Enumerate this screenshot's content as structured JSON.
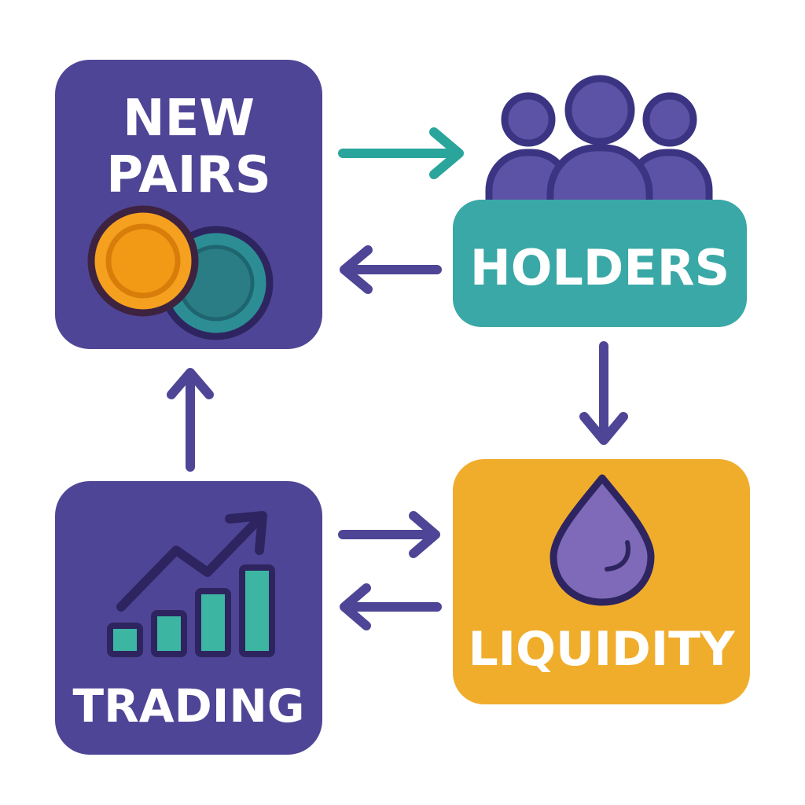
{
  "nodes": {
    "new_pairs": {
      "line1": "NEW",
      "line2": "PAIRS",
      "icon": "coins-icon",
      "color": "#4f4596"
    },
    "holders": {
      "label": "HOLDERS",
      "icon": "people-icon",
      "color": "#3aa8a6"
    },
    "trading": {
      "label": "TRADING",
      "icon": "growth-chart-icon",
      "color": "#4f4596"
    },
    "liquidity": {
      "label": "LIQUIDITY",
      "icon": "droplet-icon",
      "color": "#f0ad2c"
    }
  },
  "edges": [
    {
      "from": "new_pairs",
      "to": "holders",
      "color": "#2aa59b"
    },
    {
      "from": "holders",
      "to": "new_pairs",
      "color": "#4f4596"
    },
    {
      "from": "holders",
      "to": "liquidity",
      "color": "#4f4596"
    },
    {
      "from": "trading",
      "to": "liquidity",
      "color": "#4f4596"
    },
    {
      "from": "liquidity",
      "to": "trading",
      "color": "#4f4596"
    },
    {
      "from": "trading",
      "to": "new_pairs",
      "color": "#4f4596"
    }
  ]
}
